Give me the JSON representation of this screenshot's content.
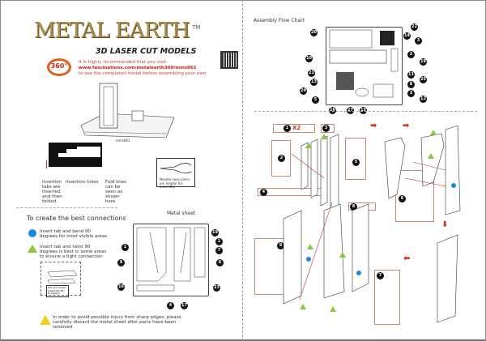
{
  "brand": {
    "logo": "METAL EARTH",
    "tm": "TM",
    "subtitle": "3D LASER CUT MODELS",
    "badge_360": "360°",
    "badge_view": "view"
  },
  "intro": {
    "line1": "It is highly recommended that you visit",
    "url": "www.fascinations.com/metalearth360/mms061",
    "line3": "to see the completed model before assembling your own"
  },
  "model_code": "mms061",
  "diagram_labels": {
    "insertion_tabs": "Insertion tabs are inserted and then folded",
    "insertion_holes": "Insertion holes",
    "fold_lines": "Fold lines can be seen as shown here",
    "pliers": "Needle nose pliers are helpful for assembly"
  },
  "connections": {
    "title": "To create the best connections",
    "blue": "Insert tab and bend 90 degrees for most visible areas",
    "green": "Insert tab and twist 90 degrees is best in some areas to ensure a tight connection",
    "tip": "Pull and loosen metal tab 90° to tighten"
  },
  "metal_sheet": {
    "title": "Metal sheet",
    "callouts": [
      "1",
      "9",
      "16",
      "4",
      "17",
      "23",
      "6",
      "7",
      "1",
      "19"
    ]
  },
  "warning": "In order to avoid possible injury from sharp edges, please carefully discard the metal sheet after parts have been removed",
  "flow_chart": {
    "title": "Assembly Flow Chart",
    "callouts": [
      "20",
      "22",
      "14",
      "3",
      "10",
      "2",
      "19",
      "21",
      "11",
      "13",
      "25",
      "8",
      "24",
      "3",
      "5",
      "12",
      "26",
      "27",
      "15"
    ]
  },
  "steps": {
    "part1_qty": "X2",
    "part1": "1",
    "part3": "3",
    "part2": "2",
    "part4": "4",
    "part5": "5",
    "part6": "6",
    "part8": "8",
    "part9": "9",
    "part7": "7"
  },
  "colors": {
    "accent": "#d03020",
    "blue_dot": "#1b8ad8",
    "green_triangle": "#8cc63f",
    "gold": "#a98f4a"
  }
}
